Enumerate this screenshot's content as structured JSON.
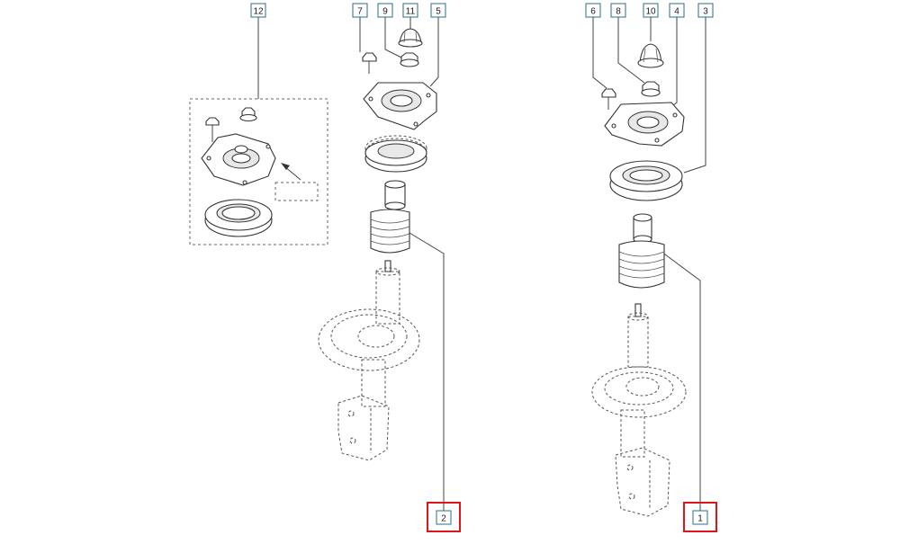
{
  "colors": {
    "highlight": "#e0151b",
    "callout_border": "#2a6f8a",
    "line": "#333333"
  },
  "callouts": {
    "c12": "12",
    "c7": "7",
    "c9": "9",
    "c11": "11",
    "c5": "5",
    "c6": "6",
    "c8": "8",
    "c10": "10",
    "c4": "4",
    "c3": "3",
    "c2": "2",
    "c1": "1"
  },
  "highlighted_callouts": [
    "2",
    "1"
  ]
}
